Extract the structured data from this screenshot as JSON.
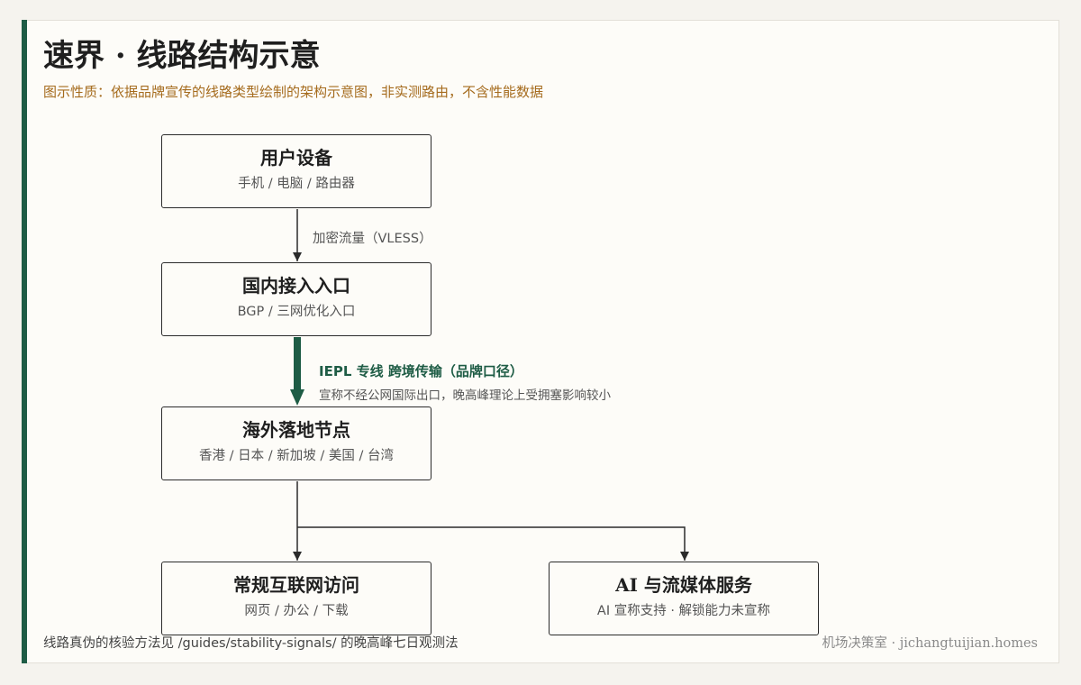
{
  "title": "速界 · 线路结构示意",
  "subtitle": "图示性质：依据品牌宣传的线路类型绘制的架构示意图，非实测路由，不含性能数据",
  "nodes": [
    {
      "title": "用户设备",
      "sub": "手机 / 电脑 / 路由器"
    },
    {
      "title": "国内接入入口",
      "sub": "BGP / 三网优化入口"
    },
    {
      "title": "海外落地节点",
      "sub": "香港 / 日本 / 新加坡 / 美国 / 台湾"
    },
    {
      "title": "常规互联网访问",
      "sub": "网页 / 办公 / 下载"
    },
    {
      "title": "AI 与流媒体服务",
      "sub": "AI 宣称支持 · 解锁能力未宣称"
    }
  ],
  "edges": {
    "encrypted_label": "加密流量（VLESS）",
    "iepl_title": "IEPL 专线 跨境传输（品牌口径）",
    "iepl_sub": "宣称不经公网国际出口，晚高峰理论上受拥塞影响较小"
  },
  "footnote": "线路真伪的核验方法见 /guides/stability-signals/ 的晚高峰七日观测法",
  "credit": "机场决策室 · jichangtuijian.homes",
  "colors": {
    "accent": "#1e5c45",
    "subtitle": "#a56b1d",
    "border": "#2b2b2b",
    "background": "#fdfcf8"
  }
}
